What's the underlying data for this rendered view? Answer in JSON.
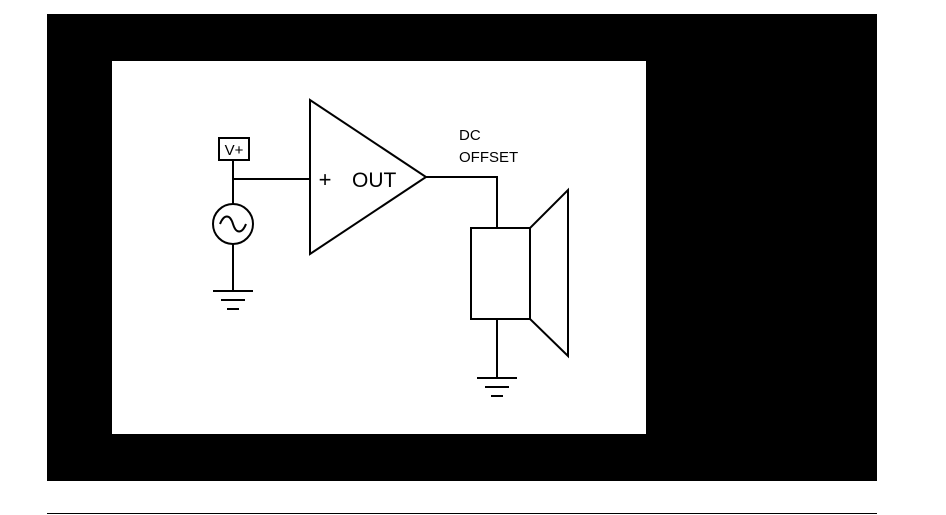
{
  "colors": {
    "frame": "#000000",
    "panel": "#ffffff",
    "line": "#000000"
  },
  "diagram": {
    "supply_label": "V+",
    "amp_input_label": "+",
    "amp_output_label": "OUT",
    "annotation_line1": "DC",
    "annotation_line2": "OFFSET"
  },
  "icons": {
    "source": "ac-source-icon",
    "amplifier": "amplifier-icon",
    "ground": "ground-icon",
    "speaker": "speaker-icon"
  }
}
